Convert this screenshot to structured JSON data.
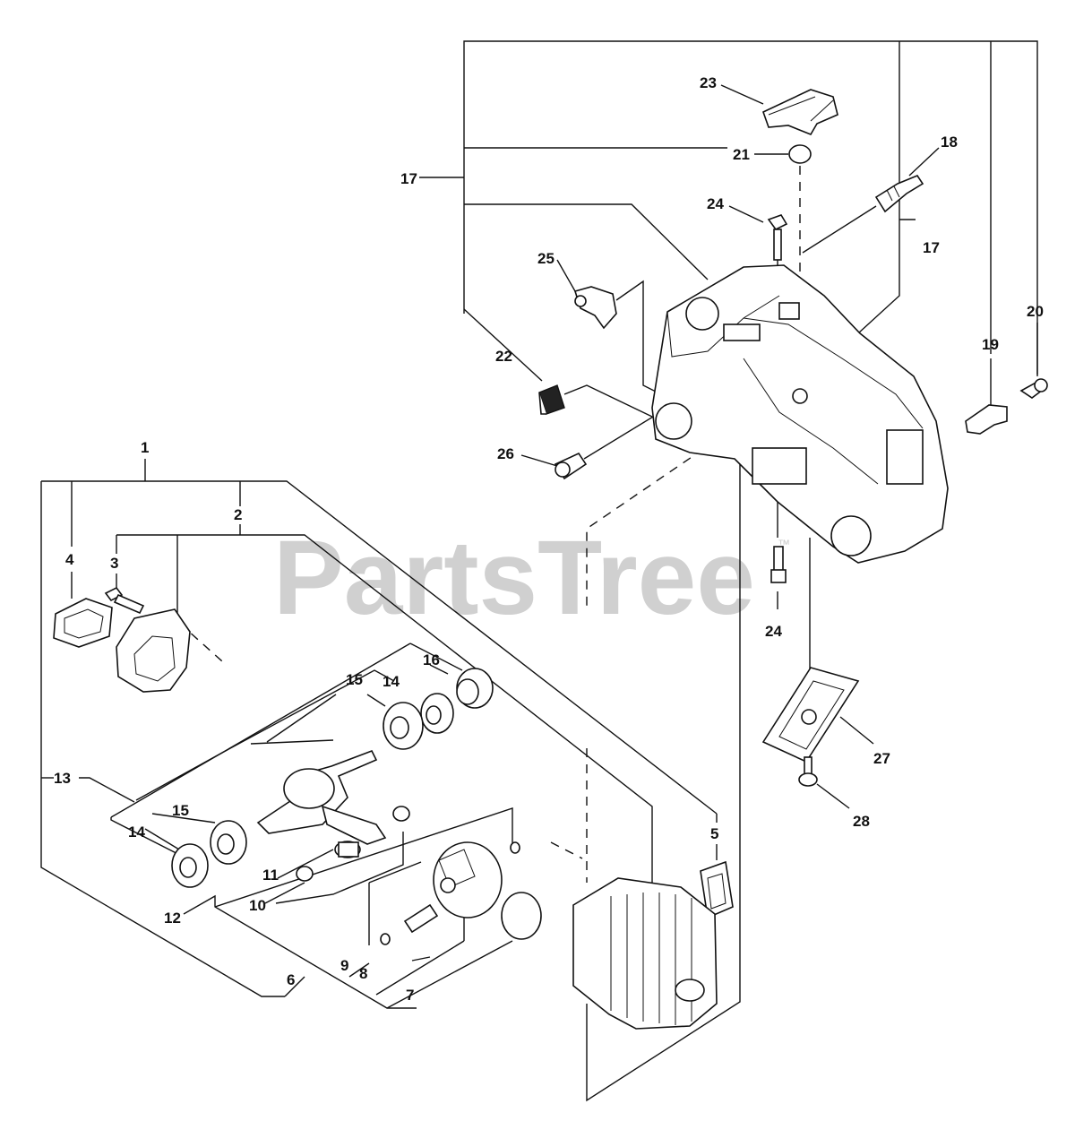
{
  "watermark": {
    "text": "PartsTree",
    "mark": "™"
  },
  "callouts": {
    "c1": "1",
    "c2": "2",
    "c3": "3",
    "c4": "4",
    "c5": "5",
    "c6": "6",
    "c7": "7",
    "c8": "8",
    "c9": "9",
    "c10": "10",
    "c11": "11",
    "c12": "12",
    "c13": "13",
    "c14a": "14",
    "c14b": "14",
    "c15a": "15",
    "c15b": "15",
    "c16": "16",
    "c17a": "17",
    "c17b": "17",
    "c18": "18",
    "c19": "19",
    "c20": "20",
    "c21": "21",
    "c22": "22",
    "c23": "23",
    "c24a": "24",
    "c24b": "24",
    "c25": "25",
    "c26": "26",
    "c27": "27",
    "c28": "28"
  },
  "colors": {
    "line": "#111111",
    "watermark": "#c8c8c8",
    "background": "#ffffff"
  }
}
